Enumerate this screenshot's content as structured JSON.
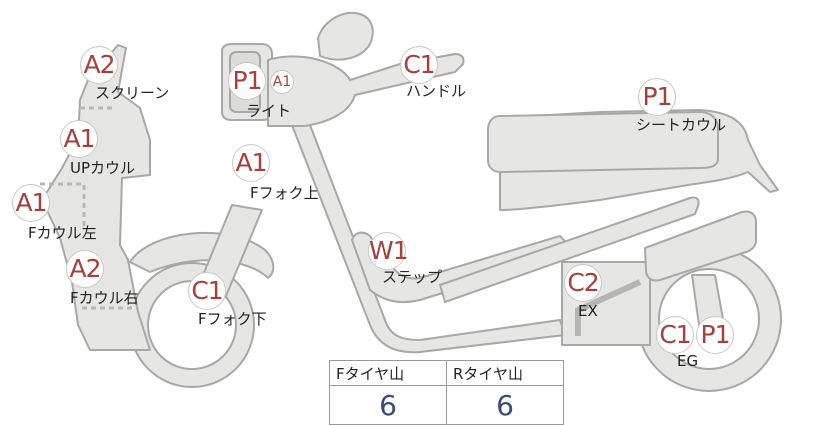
{
  "parts": [
    {
      "id": "screen",
      "code": "A2",
      "label": "スクリーン"
    },
    {
      "id": "up-cowl",
      "code": "A1",
      "label": "UPカウル"
    },
    {
      "id": "f-cowl-left",
      "code": "A1",
      "label": "Fカウル左"
    },
    {
      "id": "f-cowl-right",
      "code": "A2",
      "label": "Fカウル右"
    },
    {
      "id": "light",
      "code": "P1",
      "code2": "A1",
      "label": "ライト"
    },
    {
      "id": "f-fork-upper",
      "code": "A1",
      "label": "Fフォク上"
    },
    {
      "id": "f-fork-lower",
      "code": "C1",
      "label": "Fフォク下"
    },
    {
      "id": "handle",
      "code": "C1",
      "label": "ハンドル"
    },
    {
      "id": "seat-cowl",
      "code": "P1",
      "label": "シートカウル"
    },
    {
      "id": "step",
      "code": "W1",
      "label": "ステップ"
    },
    {
      "id": "exhaust",
      "code": "C2",
      "label": "EX"
    },
    {
      "id": "engine",
      "code": "C1",
      "code2": "P1",
      "label": "EG"
    }
  ],
  "tire_table": {
    "headers": [
      "Fタイヤ山",
      "Rタイヤ山"
    ],
    "values": [
      "6",
      "6"
    ]
  },
  "colors": {
    "body_fill": "#e6e6e4",
    "body_stroke": "#a8a8a8",
    "badge_text": "#a6403a",
    "value_text": "#3a4a7a"
  }
}
